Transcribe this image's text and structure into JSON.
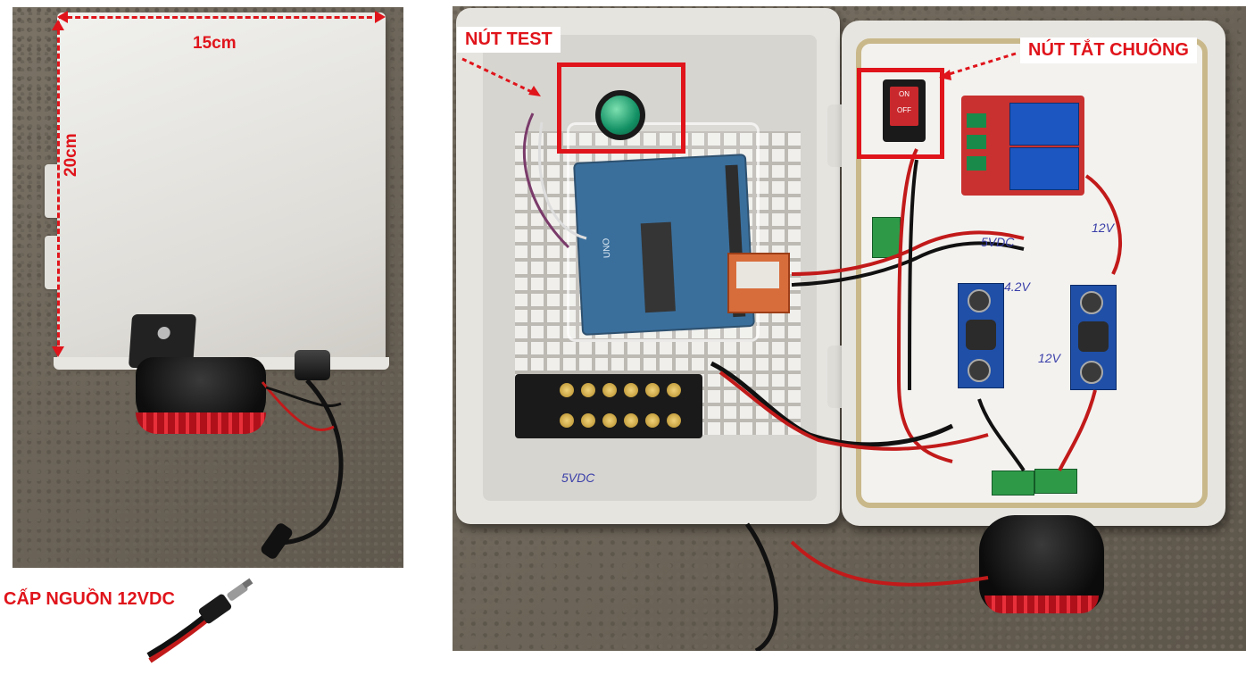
{
  "left_photo": {
    "width_label": "15cm",
    "height_label": "20cm",
    "power_label": "CẤP NGUỒN 12VDC",
    "power_icon": "dc-plug-cable-icon"
  },
  "right_photo": {
    "test_button_label": "NÚT TEST",
    "bell_off_label": "NÚT TẮT CHUÔNG",
    "switch_on": "ON",
    "switch_off": "OFF",
    "arduino_text": "UNO",
    "handwritten": [
      "5VDC",
      "12V",
      "4.2V",
      "12V",
      "5VDC"
    ]
  },
  "colors": {
    "annotation_red": "#e0141b",
    "background": "#ffffff"
  }
}
